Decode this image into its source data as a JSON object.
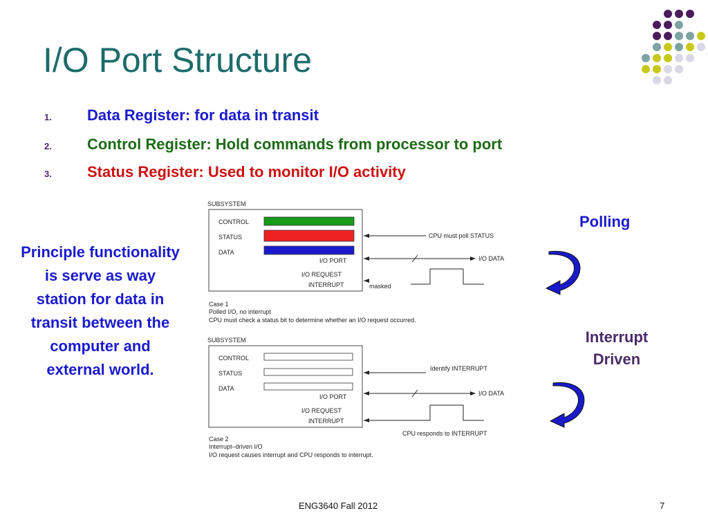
{
  "slide": {
    "title": "I/O Port Structure",
    "bullets": [
      {
        "num": "1.",
        "text": "Data Register: for data in transit",
        "color": "#1a1acc"
      },
      {
        "num": "2.",
        "text": "Control Register: Hold commands from processor to port",
        "color": "#1c6b16"
      },
      {
        "num": "3.",
        "text": "Status Register: Used to monitor I/O activity",
        "color": "#cc1111"
      }
    ],
    "principle": "Principle functionality is serve as way station for data in transit between the computer and external world.",
    "polling_label": "Polling",
    "interrupt_label": "Interrupt Driven",
    "footer": "ENG3640 Fall 2012",
    "page_number": "7"
  },
  "diagram1": {
    "subsystem": "SUBSYSTEM",
    "control": "CONTROL",
    "status": "STATUS",
    "data": "DATA",
    "io_port": "I/O  PORT",
    "io_request": "I/O  REQUEST",
    "interrupt": "INTERRUPT",
    "masked": "masked",
    "cpu_poll": "CPU  must  poll  STATUS",
    "io_data": "I/O  DATA",
    "case": "Case  1",
    "case_desc1": "Polled  I/O,  no  interrupt",
    "case_desc2": "CPU  must  check  a  status  bit  to  determine  whether  an  I/O  request  occurred."
  },
  "diagram2": {
    "subsystem": "SUBSYSTEM",
    "control": "CONTROL",
    "status": "STATUS",
    "data": "DATA",
    "io_port": "I/O  PORT",
    "io_request": "I/O  REQUEST",
    "interrupt": "INTERRUPT",
    "identify": "Identify  INTERRUPT",
    "io_data": "I/O  DATA",
    "cpu_responds": "CPU  responds  to  INTERRUPT",
    "case": "Case  2",
    "case_desc1": "Interrupt–driven  I/O",
    "case_desc2": "I/O  request  causes  interrupt  and  CPU  responds  to  interrupt."
  },
  "colors": {
    "control_bar": "#1a9a1a",
    "status_bar": "#ee2222",
    "data_bar": "#1a1acc",
    "dot_purple": "#4a1c5e",
    "dot_teal": "#7fa3a3",
    "dot_yellow": "#c8c81a",
    "dot_lavender": "#d8d8e6"
  },
  "icons": [
    "dot-grid-decoration",
    "curved-arrow-icon"
  ]
}
